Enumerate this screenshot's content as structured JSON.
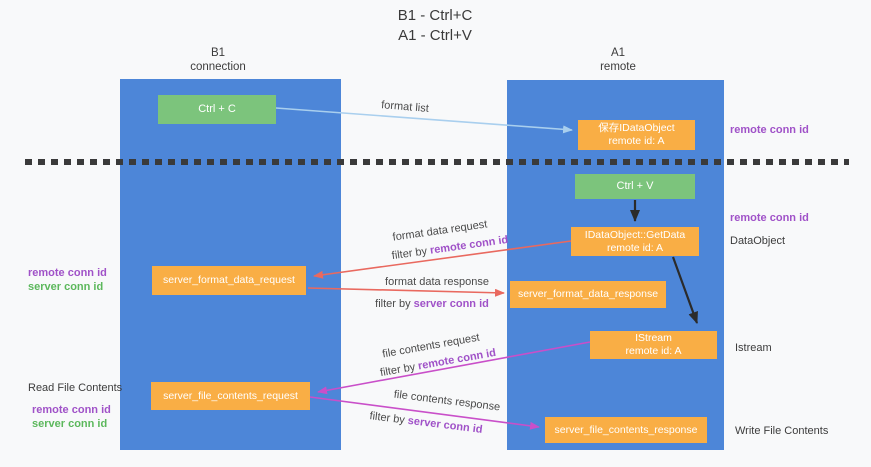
{
  "title": {
    "line1": "B1 - Ctrl+C",
    "line2": "A1 - Ctrl+V"
  },
  "lanes": {
    "left": {
      "name": "B1",
      "subtitle": "connection"
    },
    "right": {
      "name": "A1",
      "subtitle": "remote"
    }
  },
  "nodes": {
    "ctrl_c": "Ctrl + C",
    "save_idataobject": {
      "line1": "保存IDataObject",
      "line2": "remote id: A"
    },
    "ctrl_v": "Ctrl + V",
    "getdata": {
      "line1": "IDataObject::GetData",
      "line2": "remote id: A"
    },
    "server_format_data_request": "server_format_data_request",
    "server_format_data_response": "server_format_data_response",
    "istream": {
      "line1": "IStream",
      "line2": "remote id: A"
    },
    "server_file_contents_request": "server_file_contents_request",
    "server_file_contents_response": "server_file_contents_response"
  },
  "edge_labels": {
    "format_list": "format list",
    "format_data_request": "format data request",
    "format_data_response": "format data response",
    "file_contents_request": "file contents request",
    "file_contents_response": "file contents response",
    "filter_by": "filter by",
    "remote_conn_id": "remote conn id",
    "server_conn_id": "server conn id"
  },
  "side_labels": {
    "right_remote_conn_id_top": "remote conn id",
    "right_remote_conn_id_mid": "remote conn id",
    "dataobject": "DataObject",
    "istream": "Istream",
    "write_file_contents": "Write File Contents",
    "left_remote_conn_id_top": "remote conn id",
    "left_server_conn_id_top": "server conn id",
    "read_file_contents": "Read File Contents",
    "left_remote_conn_id_bottom": "remote conn id",
    "left_server_conn_id_bottom": "server conn id"
  },
  "colors": {
    "panel_blue": "#4d86d8",
    "node_green": "#7cc47c",
    "node_orange": "#f9ae45",
    "arrow_light_blue": "#a9cfee",
    "arrow_red": "#e9695f",
    "arrow_magenta": "#c94fc9",
    "arrow_black": "#2b2b2b",
    "text_purple": "#a052c8",
    "text_green": "#5cb85c",
    "background": "#f8f9fa"
  }
}
